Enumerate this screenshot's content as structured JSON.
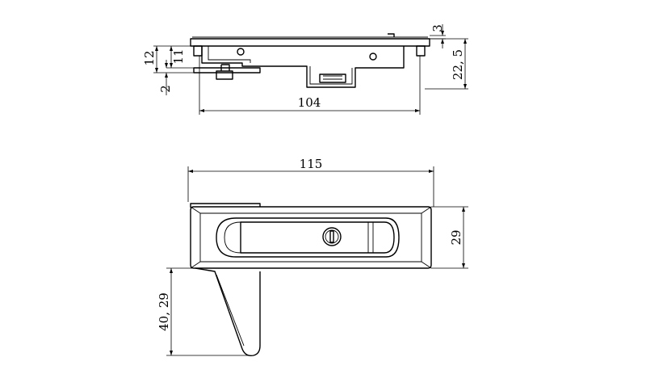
{
  "top_view": {
    "dims": {
      "height_3": "3",
      "height_12": "12",
      "height_11": "11",
      "height_2": "2",
      "height_22_5": "22, 5",
      "width_104": "104"
    }
  },
  "front_view": {
    "dims": {
      "width_115": "115",
      "height_29": "29",
      "height_40_29": "40, 29"
    }
  }
}
